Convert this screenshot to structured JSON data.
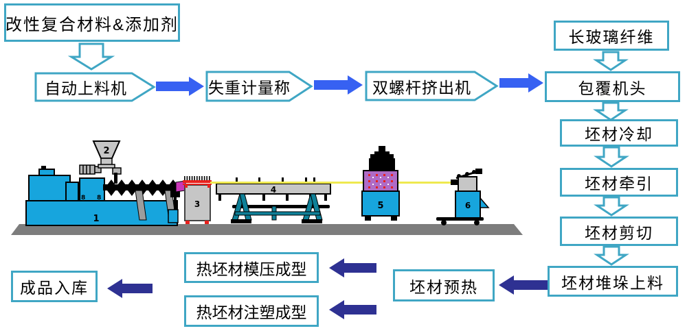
{
  "nodes": {
    "materials": "改性复合材料&添加剂",
    "feeder": "自动上料机",
    "scale": "失重计量称",
    "extruder": "双螺杆挤出机",
    "glass_fiber": "长玻璃纤维",
    "coating_head": "包覆机头",
    "cooling": "坯材冷却",
    "traction": "坯材牵引",
    "shearing": "坯材剪切",
    "stacking": "坯材堆垛上料",
    "preheat": "坯材预热",
    "compression": "热坯材模压成型",
    "injection": "热坯材注塑成型",
    "storage": "成品入库"
  },
  "machine_labels": [
    "1",
    "2",
    "3",
    "4",
    "5",
    "6"
  ],
  "style": {
    "node_border_color": "#3FA6C4",
    "arrow_blue": "#3761F2",
    "arrow_navy": "#2E3192",
    "machine_cyan": "#17A5DD",
    "machine_gray": "#C6C6C6",
    "conveyor_teal": "#0E8098",
    "strand_yellow": "#EFE94F",
    "puller_purple": "#AF6BC6",
    "floor_gray": "#7D7D7D",
    "text_color": "#000000"
  }
}
